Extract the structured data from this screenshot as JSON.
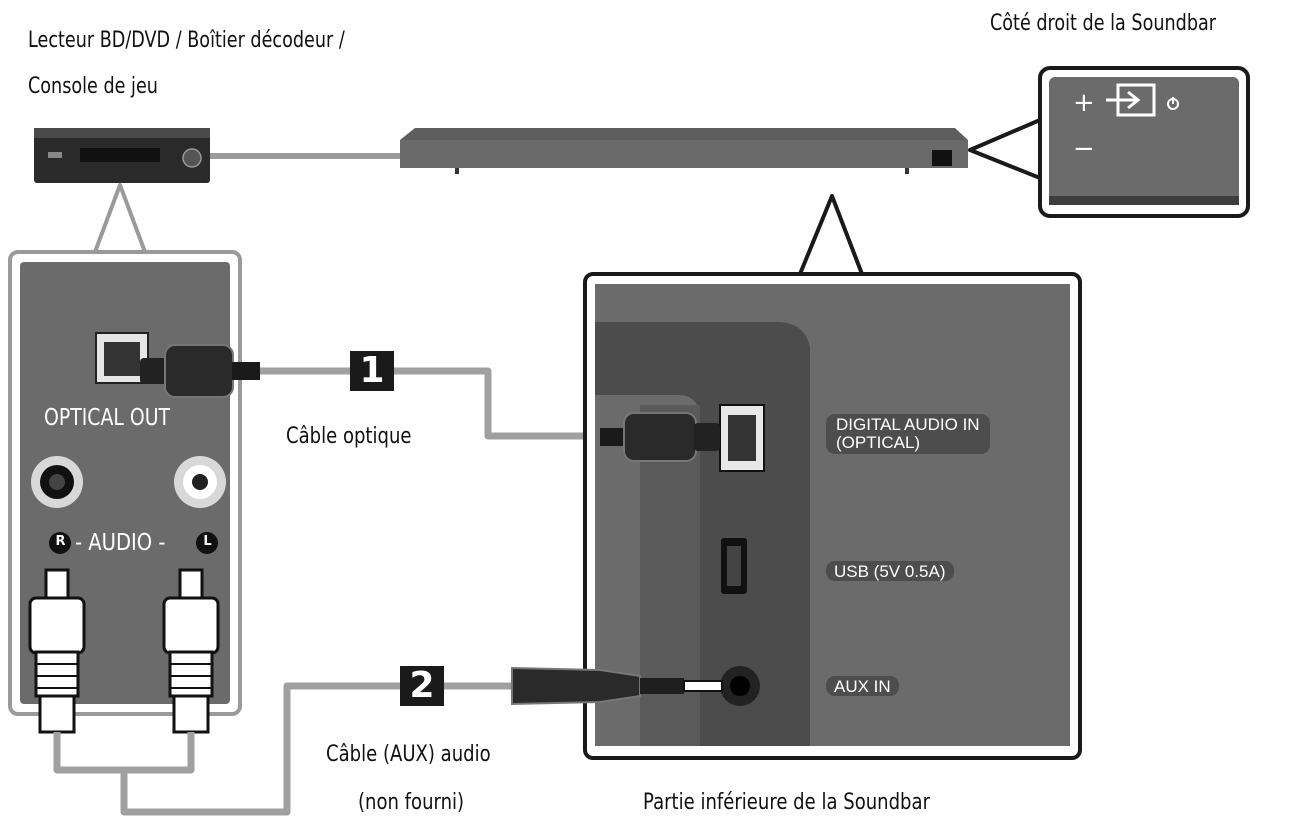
{
  "labels": {
    "source_device_line1": "Lecteur BD/DVD / Boîtier décodeur /",
    "source_device_line2": "Console de jeu",
    "soundbar_right_side": "Côté droit de la Soundbar",
    "soundbar_bottom": "Partie inférieure de la Soundbar",
    "optical_cable": "Câble optique",
    "aux_cable_line1": "Câble (AUX) audio",
    "aux_cable_line2": "(non fourni)"
  },
  "source_panel": {
    "optical_out": "OPTICAL OUT",
    "audio_label": "- AUDIO -",
    "right_channel": "R",
    "left_channel": "L"
  },
  "soundbar_ports": {
    "digital_audio_in_line1": "DIGITAL AUDIO IN",
    "digital_audio_in_line2": "(OPTICAL)",
    "usb": "USB (5V 0.5A)",
    "aux_in": "AUX IN"
  },
  "soundbar_buttons": {
    "plus": "+",
    "minus": "−"
  },
  "steps": {
    "step1": "1",
    "step2": "2"
  },
  "colors": {
    "panel_gray": "#6b6b6b",
    "dark": "#1a1a1a",
    "cable_gray": "#9a9a9a"
  }
}
